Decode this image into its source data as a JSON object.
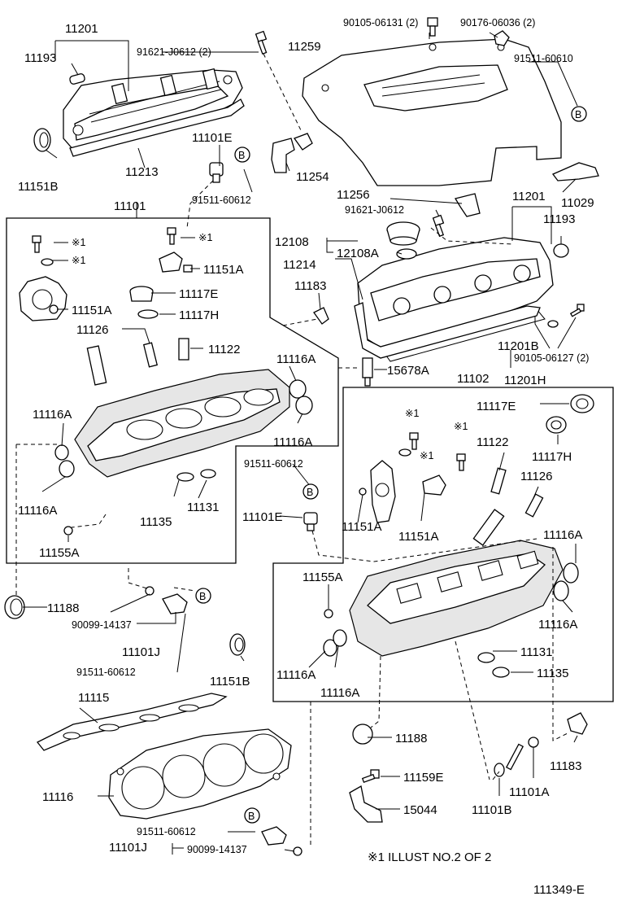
{
  "labels": {
    "l11201_top": "11201",
    "l11193_top": "11193",
    "l91621_top": "91621-J0612 (2)",
    "l90105_top": "90105-06131 (2)",
    "l90176": "90176-06036 (2)",
    "l11259": "11259",
    "l91511_60610": "91511-60610",
    "l11151B_top": "11151B",
    "l11213": "11213",
    "l11101E_top": "11101E",
    "l11254": "11254",
    "l91511_mid": "91511-60612",
    "l11101": "11101",
    "l11256": "11256",
    "l11029": "11029",
    "l91621_mid": "91621-J0612",
    "l11201_r": "11201",
    "l11193_r": "11193",
    "l12108": "12108",
    "l12108A": "12108A",
    "l11214": "11214",
    "l11183_top": "11183",
    "l11201B": "11201B",
    "l90105_r": "90105-06127 (2)",
    "l11201H": "11201H",
    "l15678A": "15678A",
    "l11102": "11102",
    "l_x1_a": "※1",
    "l_x1_b": "※1",
    "l_x1_c": "※1",
    "l11151A_a": "11151A",
    "l11117E_l": "11117E",
    "l11151A_b": "11151A",
    "l11117H_l": "11117H",
    "l11126_l": "11126",
    "l11122_l": "11122",
    "l11116A_a": "11116A",
    "l11116A_b": "11116A",
    "l11116A_c": "11116A",
    "l11116A_d": "11116A",
    "l11135_l": "11135",
    "l11131_l": "11131",
    "l11155A_l": "11155A",
    "l91511_c": "91511-60612",
    "l11101E_c": "11101E",
    "l11151A_c": "11151A",
    "l11151A_d": "11151A",
    "l11117E_r": "11117E",
    "l_x1_d": "※1",
    "l_x1_e": "※1",
    "l_x1_f": "※1",
    "l11122_r": "11122",
    "l11117H_r": "11117H",
    "l11126_r": "11126",
    "l11116A_e": "11116A",
    "l11116A_f": "11116A",
    "l11155A_r": "11155A",
    "l11188_l": "11188",
    "l90099_a": "90099-14137",
    "l11101J_a": "11101J",
    "l91511_d": "91511-60612",
    "l11151B_b": "11151B",
    "l11131_r": "11131",
    "l11135_r": "11135",
    "l11116A_g": "11116A",
    "l11116A_h": "11116A",
    "l11115": "11115",
    "l11188_r": "11188",
    "l11183_r": "11183",
    "l11159E": "11159E",
    "l11101A": "11101A",
    "l11116": "11116",
    "l15044": "15044",
    "l11101B": "11101B",
    "l91511_e": "91511-60612",
    "l11101J_b": "11101J",
    "l90099_b": "90099-14137",
    "note": "※1 ILLUST NO.2 OF 2",
    "figure_code": "111349-E"
  },
  "callouts": {
    "b1": "B",
    "b2": "B",
    "b3": "B",
    "b4": "B",
    "b5": "B"
  }
}
